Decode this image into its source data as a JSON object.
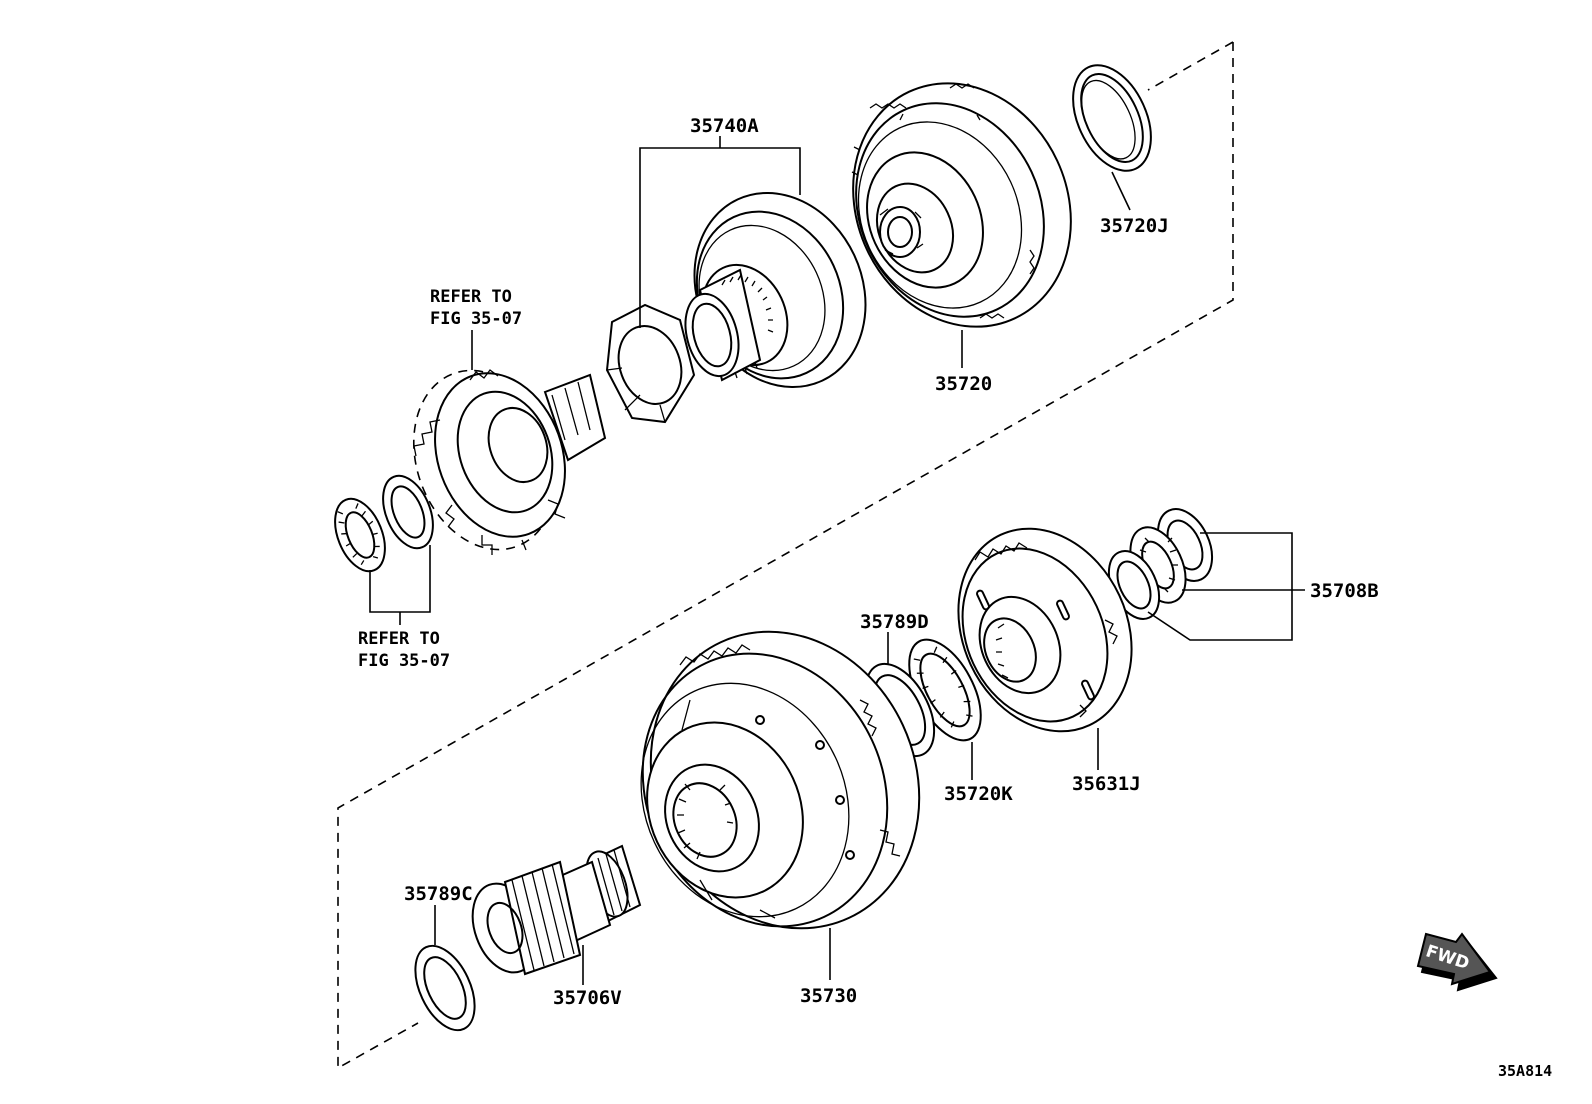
{
  "diagram": {
    "figure_code": "35A814",
    "direction_label": "FWD",
    "parts": {
      "p35740A": "35740A",
      "p35720J": "35720J",
      "p35720": "35720",
      "p35708B": "35708B",
      "p35789D": "35789D",
      "p35720K": "35720K",
      "p35631J": "35631J",
      "p35789C": "35789C",
      "p35706V": "35706V",
      "p35730": "35730"
    },
    "references": {
      "upper_line1": "REFER TO",
      "upper_line2": "FIG 35-07",
      "lower_line1": "REFER TO",
      "lower_line2": "FIG 35-07"
    }
  }
}
